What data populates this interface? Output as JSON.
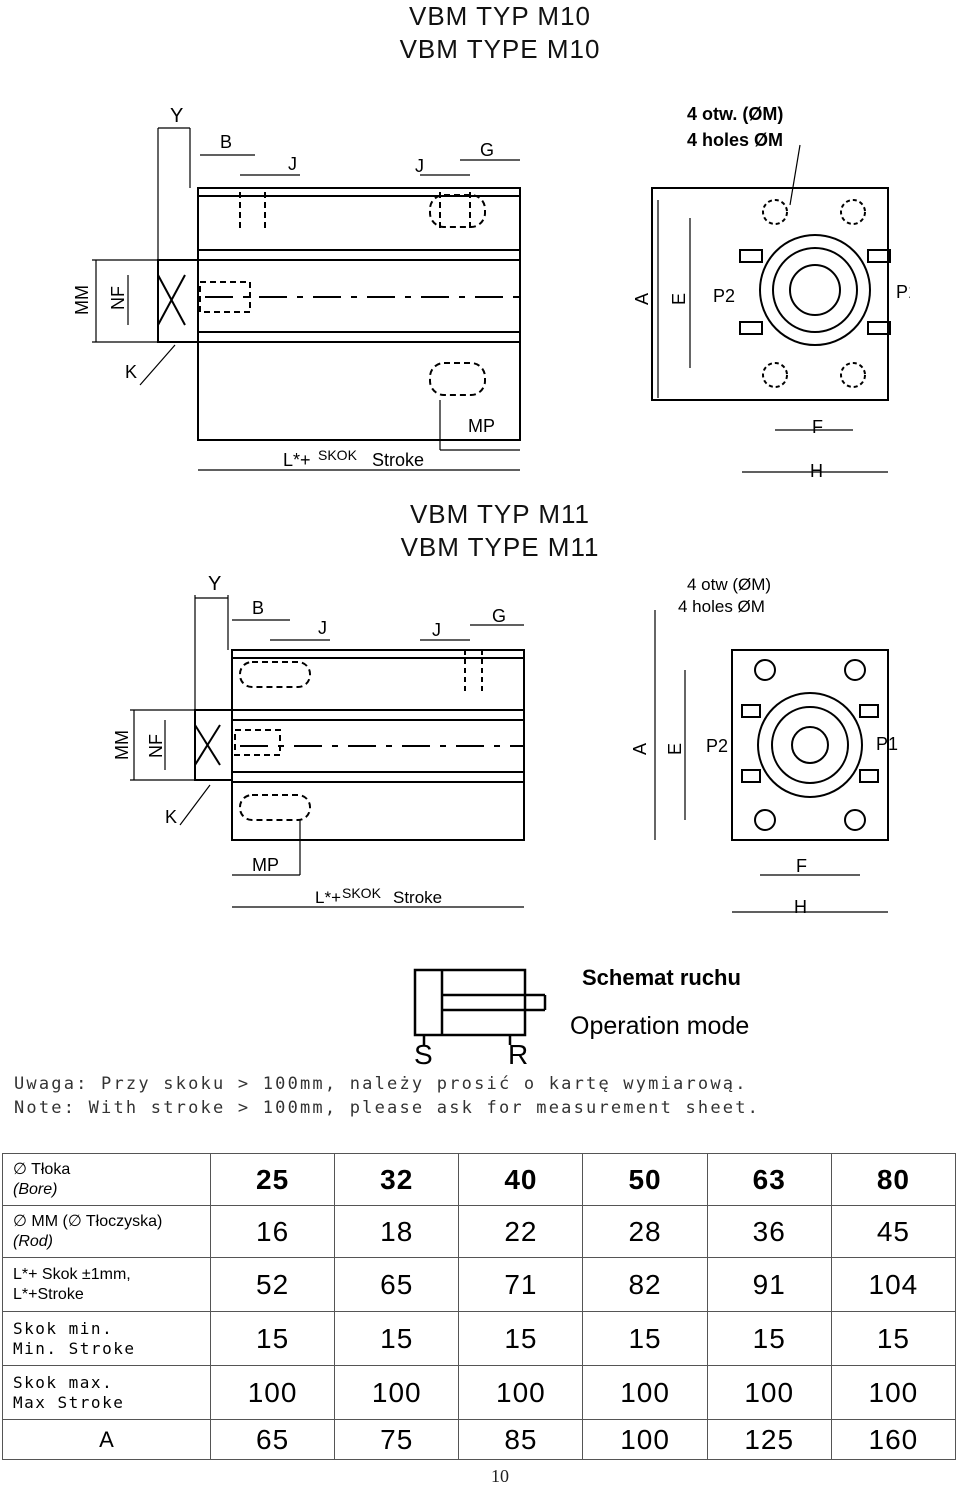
{
  "titles": {
    "m10_pl": "VBM TYP M10",
    "m10_en": "VBM TYPE M10",
    "m11_pl": "VBM TYP M11",
    "m11_en": "VBM TYPE M11"
  },
  "drawing_labels": {
    "Y": "Y",
    "B": "B",
    "J": "J",
    "G": "G",
    "MM": "MM",
    "NF": "NF",
    "K": "K",
    "MP": "MP",
    "L": "L*+",
    "SKOK": "SKOK",
    "Stroke": "Stroke",
    "holes_pl_m10": "4 otw. (ØM)",
    "holes_pl_m11": "4 otw (ØM)",
    "holes_en": "4 holes ØM",
    "A": "A",
    "E": "E",
    "P2": "P2",
    "P1": "P1",
    "F": "F",
    "H": "H"
  },
  "operation": {
    "title_pl": "Schemat ruchu",
    "title_en": "Operation mode",
    "S": "S",
    "R": "R"
  },
  "notes": {
    "pl": "Uwaga: Przy skoku > 100mm, należy prosić o kartę wymiarową.",
    "en": "Note: With stroke > 100mm, please ask for measurement sheet."
  },
  "table": {
    "rows": [
      {
        "label1": "∅ Tłoka",
        "label2": "(Bore)",
        "values": [
          "25",
          "32",
          "40",
          "50",
          "63",
          "80"
        ]
      },
      {
        "label1": "∅ MM  (∅ Tłoczyska)",
        "label2": "(Rod)",
        "values": [
          "16",
          "18",
          "22",
          "28",
          "36",
          "45"
        ]
      },
      {
        "label1": "L*+ Skok ±1mm,",
        "label2": "L*+Stroke",
        "values": [
          "52",
          "65",
          "71",
          "82",
          "91",
          "104"
        ]
      },
      {
        "label1": "Skok min.",
        "label2": "Min. Stroke",
        "values": [
          "15",
          "15",
          "15",
          "15",
          "15",
          "15"
        ]
      },
      {
        "label1": "Skok max.",
        "label2": "Max Stroke",
        "values": [
          "100",
          "100",
          "100",
          "100",
          "100",
          "100"
        ]
      },
      {
        "label1": "A",
        "label2": "",
        "values": [
          "65",
          "75",
          "85",
          "100",
          "125",
          "160"
        ]
      }
    ]
  },
  "page_number": "10"
}
